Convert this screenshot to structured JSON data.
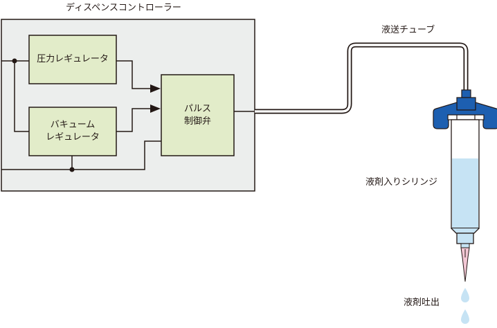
{
  "controller": {
    "title": "ディスペンスコントローラー",
    "pressure_regulator": "圧力レギュレータ",
    "vacuum_regulator_line1": "バキューム",
    "vacuum_regulator_line2": "レギュレータ",
    "pulse_valve_line1": "パルス",
    "pulse_valve_line2": "制御弁"
  },
  "labels": {
    "tube": "液送チューブ",
    "syringe": "液剤入りシリンジ",
    "discharge": "液剤吐出"
  },
  "colors": {
    "panel_bg": "#eceeed",
    "block_fill": "#e2ecc9",
    "line": "#231815",
    "cap_blue": "#1d5fb0",
    "liquid": "#c6e3f4",
    "tip_pink": "#f2c7d4"
  }
}
